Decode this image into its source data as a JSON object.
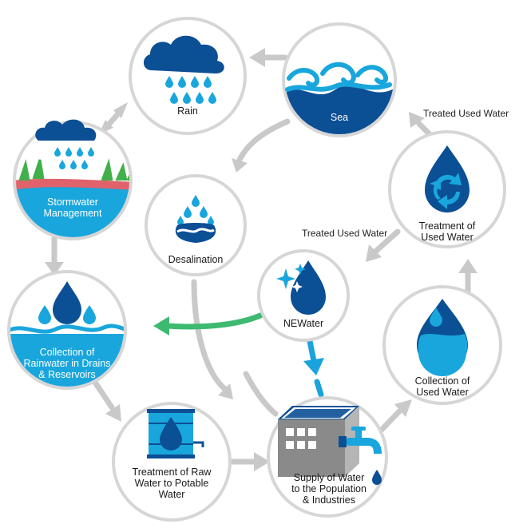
{
  "nodes": {
    "rain": {
      "label": "Rain"
    },
    "sea": {
      "label": "Sea"
    },
    "stormwater": {
      "label": "Stormwater\nManagement"
    },
    "desalination": {
      "label": "Desalination"
    },
    "treatment_used": {
      "label": "Treatment of\nUsed Water"
    },
    "newater": {
      "label": "NEWater"
    },
    "collection_rain": {
      "label": "Collection of\nRainwater in Drains\n& Reservoirs"
    },
    "collection_used": {
      "label": "Collection of\nUsed Water"
    },
    "treatment_raw": {
      "label": "Treatment of Raw\nWater to Potable\nWater"
    },
    "supply": {
      "label": "Supply of Water\nto the Population\n& Industries"
    }
  },
  "flow_labels": {
    "to_sea": "Treated Used Water",
    "to_newater": "Treated Used Water"
  },
  "colors": {
    "dark_blue": "#0b4f95",
    "light_blue": "#19a6dc",
    "ring_grey": "#d3d3d3",
    "arrow_grey": "#c9c9c9",
    "green_arrow": "#3dba6f",
    "blue_arrow": "#1aa3dc",
    "grass_green": "#42b04a",
    "soil_red": "#e0626b"
  }
}
